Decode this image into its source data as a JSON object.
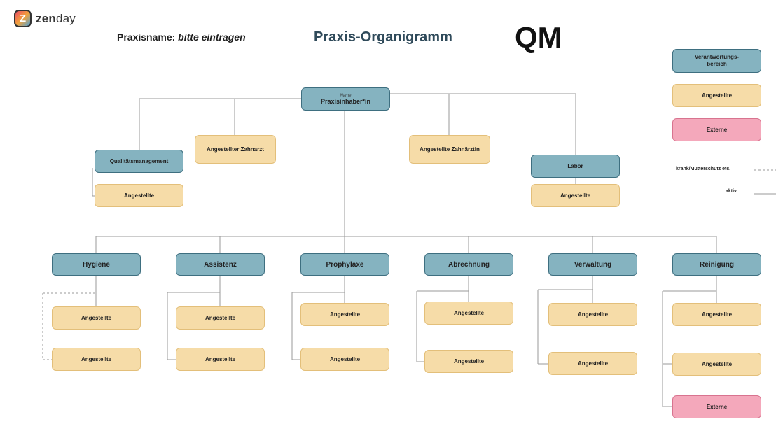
{
  "brand": {
    "logo_letter": "Z",
    "name_bold": "zen",
    "name_rest": "day"
  },
  "header": {
    "praxisname_label": "Praxisname:",
    "praxisname_value": "bitte eintragen",
    "title": "Praxis-Organigramm",
    "qm": "QM"
  },
  "owner": {
    "name": "Name",
    "title": "Praxisinhaber*in"
  },
  "top_row": {
    "qualitaet": "Qualitätsmanagement",
    "qualitaet_emp": "Angestellte",
    "zahnarzt": "Angestellter Zahnarzt",
    "zahnaerztin": "Angestellte Zahnärztin",
    "labor": "Labor",
    "labor_emp": "Angestellte"
  },
  "departments": [
    {
      "name": "Hygiene",
      "staff": [
        "Angestellte",
        "Angestellte"
      ]
    },
    {
      "name": "Assistenz",
      "staff": [
        "Angestellte",
        "Angestellte"
      ]
    },
    {
      "name": "Prophylaxe",
      "staff": [
        "Angestellte",
        "Angestellte"
      ]
    },
    {
      "name": "Abrechnung",
      "staff": [
        "Angestellte",
        "Angestellte"
      ]
    },
    {
      "name": "Verwaltung",
      "staff": [
        "Angestellte",
        "Angestellte"
      ]
    },
    {
      "name": "Reinigung",
      "staff": [
        "Angestellte",
        "Angestellte",
        "Externe"
      ]
    }
  ],
  "legend": {
    "responsibility": "Verantwortungs-\nbereich",
    "employees": "Angestellte",
    "external": "Externe",
    "sick": "krank/Mutterschutz etc.",
    "active": "aktiv"
  },
  "colors": {
    "responsibility": "#85b3c0",
    "employee": "#f6dca8",
    "external": "#f4a8bb",
    "line": "#9a9a9a"
  }
}
